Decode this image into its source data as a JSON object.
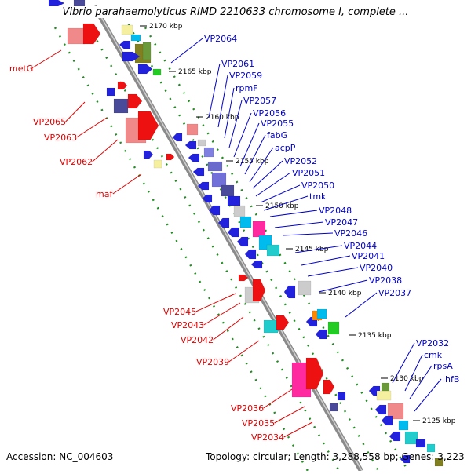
{
  "title": "Vibrio parahaemolyticus RIMD 2210633 chromosome I, complete ...",
  "footer": {
    "accession": "Accession: NC_004603",
    "summary": "Topology: circular; Length: 3,288,558 bp; Genes: 3,223"
  },
  "colors": {
    "backbone": "#8a8a8a",
    "dotted_track": "#1e8c1e",
    "left_label": "#e00000",
    "right_label": "#0000cc"
  },
  "ticks": [
    "2170 kbp",
    "2165 kbp",
    "2160 kbp",
    "2155 kbp",
    "2150 kbp",
    "2145 kbp",
    "2140 kbp",
    "2135 kbp",
    "2130 kbp",
    "2125 kbp"
  ],
  "left_labels": [
    "metG",
    "VP2065",
    "VP2063",
    "VP2062",
    "maf",
    "VP2045",
    "VP2043",
    "VP2042",
    "VP2039",
    "VP2036",
    "VP2035",
    "VP2034"
  ],
  "right_labels": [
    "VP2064",
    "VP2061",
    "VP2059",
    "rpmF",
    "VP2057",
    "VP2056",
    "VP2055",
    "fabG",
    "acpP",
    "VP2052",
    "VP2051",
    "VP2050",
    "tmk",
    "VP2048",
    "VP2047",
    "VP2046",
    "VP2044",
    "VP2041",
    "VP2040",
    "VP2038",
    "VP2037",
    "VP2032",
    "cmk",
    "rpsA",
    "ihfB"
  ]
}
